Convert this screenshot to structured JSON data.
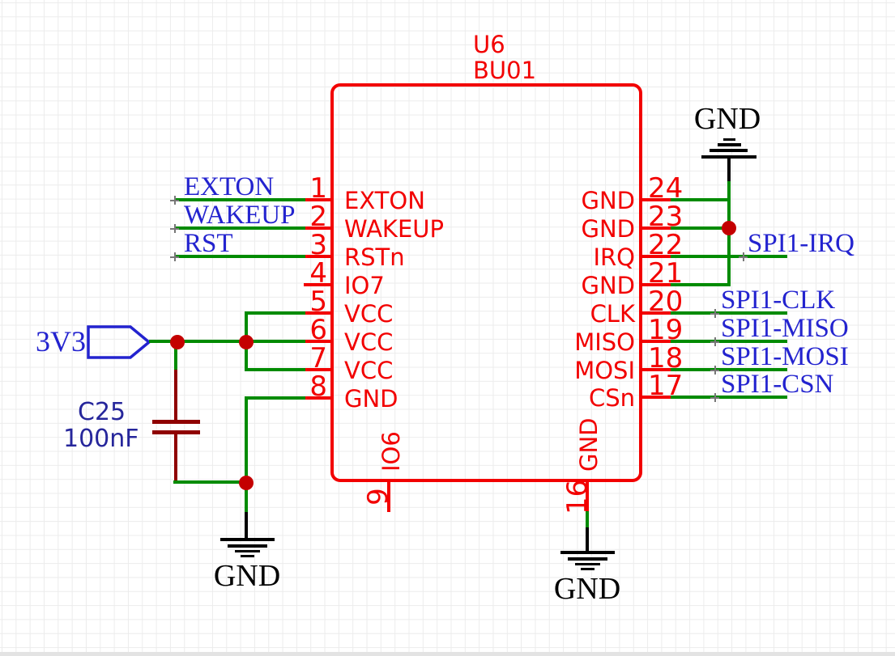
{
  "component": {
    "refdes": "U6",
    "value": "BU01",
    "left_pins": [
      {
        "number": "1",
        "name": "EXTON"
      },
      {
        "number": "2",
        "name": "WAKEUP"
      },
      {
        "number": "3",
        "name": "RSTn"
      },
      {
        "number": "4",
        "name": "IO7"
      },
      {
        "number": "5",
        "name": "VCC"
      },
      {
        "number": "6",
        "name": "VCC"
      },
      {
        "number": "7",
        "name": "VCC"
      },
      {
        "number": "8",
        "name": "GND"
      }
    ],
    "right_pins": [
      {
        "number": "24",
        "name": "GND"
      },
      {
        "number": "23",
        "name": "GND"
      },
      {
        "number": "22",
        "name": "IRQ"
      },
      {
        "number": "21",
        "name": "GND"
      },
      {
        "number": "20",
        "name": "CLK"
      },
      {
        "number": "19",
        "name": "MISO"
      },
      {
        "number": "18",
        "name": "MOSI"
      },
      {
        "number": "17",
        "name": "CSn"
      }
    ],
    "bottom_pins": [
      {
        "number": "9",
        "name": "IO6"
      },
      {
        "number": "16",
        "name": "GND"
      }
    ]
  },
  "net_labels": {
    "left": [
      "EXTON",
      "WAKEUP",
      "RST"
    ],
    "right": [
      "SPI1-IRQ",
      "SPI1-CLK",
      "SPI1-MISO",
      "SPI1-MOSI",
      "SPI1-CSN"
    ]
  },
  "power_flag": {
    "label": "3V3"
  },
  "capacitor": {
    "refdes": "C25",
    "value": "100nF"
  },
  "grounds": {
    "top_right": "GND",
    "bottom_left": "GND",
    "bottom_center": "GND"
  },
  "colors": {
    "symbol_red": "#f20000",
    "wire_green": "#008b00",
    "passive_dark_red": "#8f0000",
    "junction_red": "#c40000",
    "net_label_blue": "#2323cf",
    "value_navy": "#26269b",
    "ground_black": "#000000",
    "grid_line": "#ececec"
  }
}
